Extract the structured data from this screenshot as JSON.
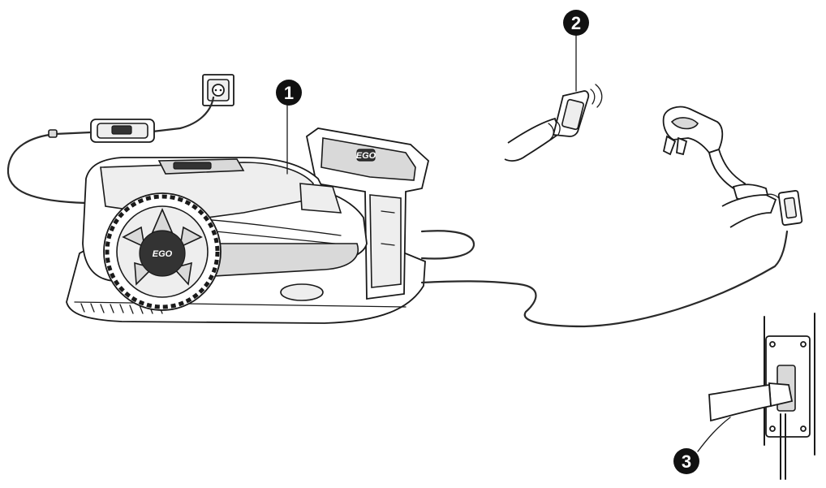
{
  "callouts": [
    {
      "number": "1",
      "target": "robotic-mower"
    },
    {
      "number": "2",
      "target": "smartphone-app"
    },
    {
      "number": "3",
      "target": "wall-charging-cable"
    }
  ],
  "mower": {
    "brand_wheel": "EGO",
    "brand_station": "EGO"
  },
  "colors": {
    "line": "#1a1a1a",
    "fill_gray": "#d9d9d9",
    "fill_light": "#eeeeee",
    "callout_bg": "#111111"
  }
}
